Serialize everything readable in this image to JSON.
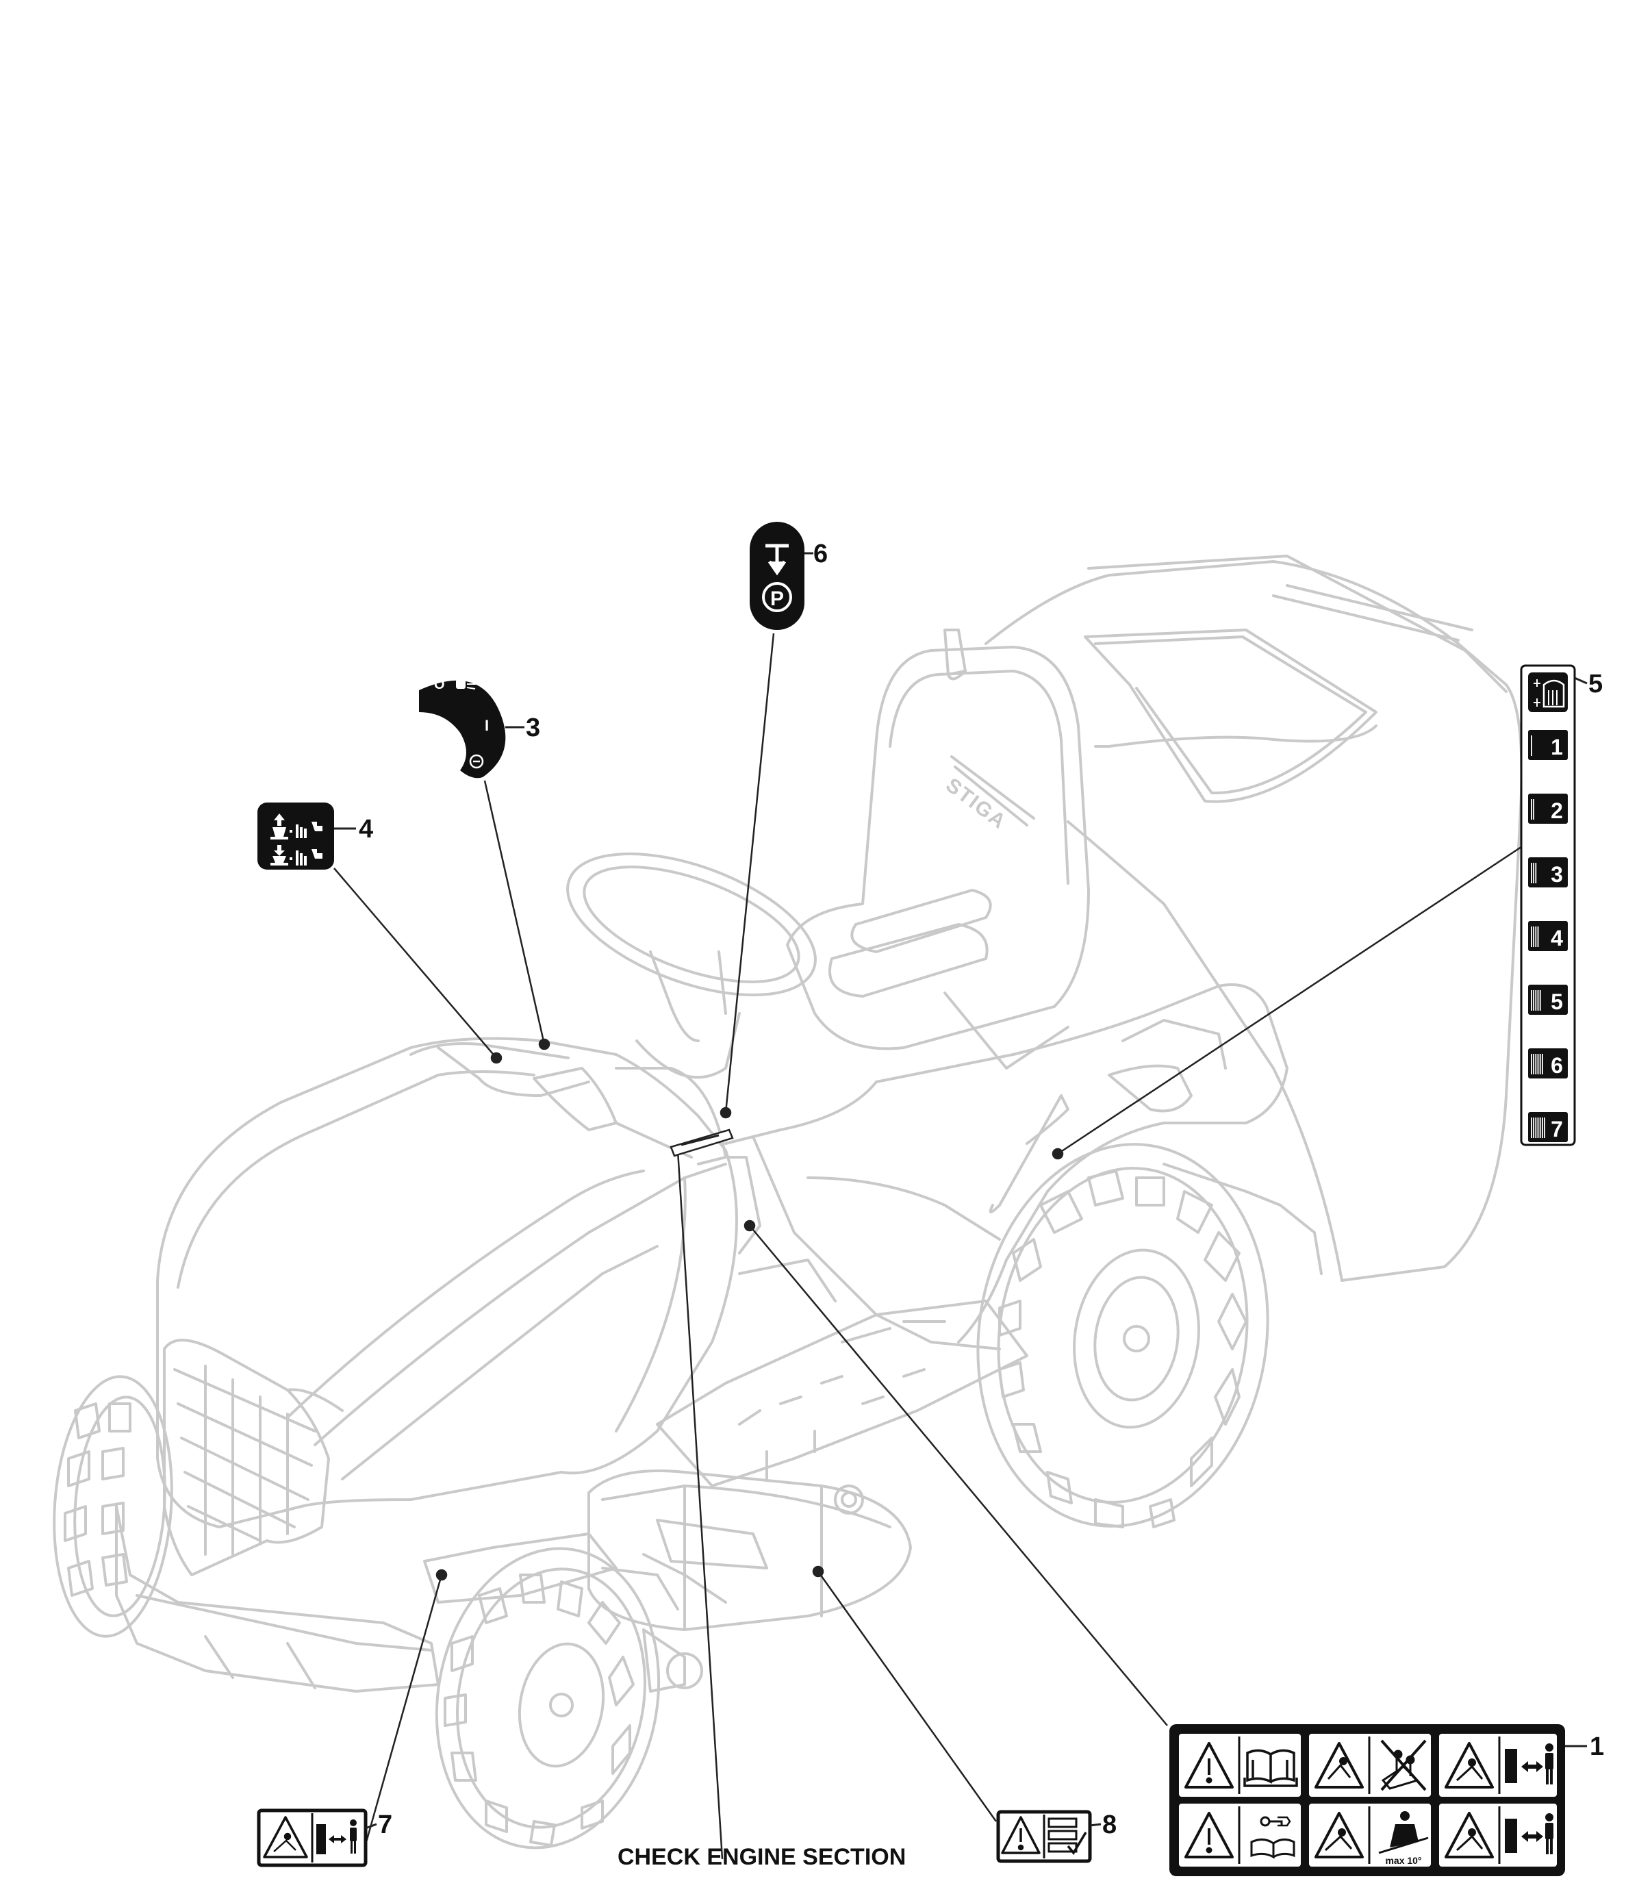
{
  "callouts": {
    "c1": "1",
    "c3": "3",
    "c4": "4",
    "c5": "5",
    "c6": "6",
    "c7": "7",
    "c8": "8"
  },
  "note": "CHECK ENGINE SECTION",
  "decal_text": {
    "brand": "STIGA",
    "decal5_steps": [
      "1",
      "2",
      "3",
      "4",
      "5",
      "6",
      "7"
    ],
    "slope": "max 10°",
    "switch_off": "O",
    "switch_on": "I",
    "parking": "P"
  },
  "colors": {
    "line_art": "#c9c9c9",
    "decal": "#111111",
    "leader": "#222222"
  },
  "icons": [
    "warning-triangle-icon",
    "manual-book-icon",
    "keep-distance-icon",
    "no-passengers-icon",
    "remove-key-icon",
    "slope-warning-icon",
    "lever-up-icon",
    "lever-down-icon",
    "parking-brake-icon",
    "choke-icon",
    "ignition-key-icon"
  ]
}
